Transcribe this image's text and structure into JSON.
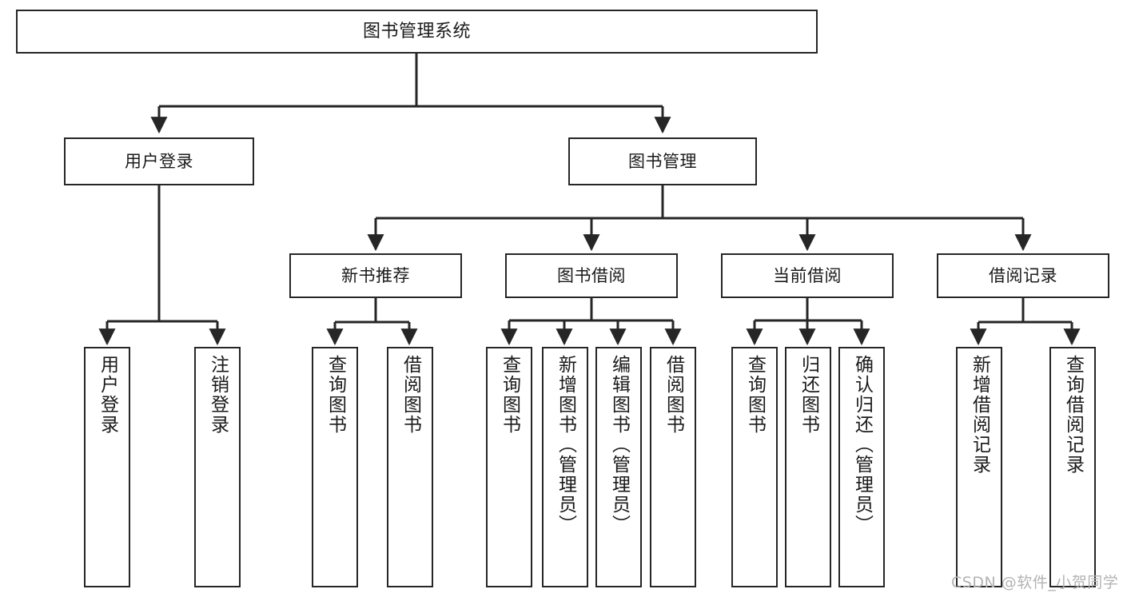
{
  "diagram": {
    "type": "tree",
    "title": "图书管理系统",
    "root": {
      "label": "图书管理系统"
    },
    "level2": [
      {
        "label": "用户登录"
      },
      {
        "label": "图书管理"
      }
    ],
    "level3": [
      {
        "label": "新书推荐"
      },
      {
        "label": "图书借阅"
      },
      {
        "label": "当前借阅"
      },
      {
        "label": "借阅记录"
      }
    ],
    "leaves": {
      "user_login": [
        {
          "label": "用户登录"
        },
        {
          "label": "注销登录"
        }
      ],
      "new_book_recommend": [
        {
          "label": "查询图书"
        },
        {
          "label": "借阅图书"
        }
      ],
      "book_borrow": [
        {
          "label": "查询图书"
        },
        {
          "label": "新增图书（管理员）"
        },
        {
          "label": "编辑图书（管理员）"
        },
        {
          "label": "借阅图书"
        }
      ],
      "current_borrow": [
        {
          "label": "查询图书"
        },
        {
          "label": "归还图书"
        },
        {
          "label": "确认归还（管理员）"
        }
      ],
      "borrow_record": [
        {
          "label": "新增借阅记录"
        },
        {
          "label": "查询借阅记录"
        }
      ]
    }
  },
  "watermark": {
    "text": "CSDN @软件_小贺同学"
  },
  "colors": {
    "line": "#262626",
    "box_border": "#262626",
    "box_fill": "#ffffff",
    "text": "#1a1a1a",
    "watermark": "#b3b3b3"
  }
}
